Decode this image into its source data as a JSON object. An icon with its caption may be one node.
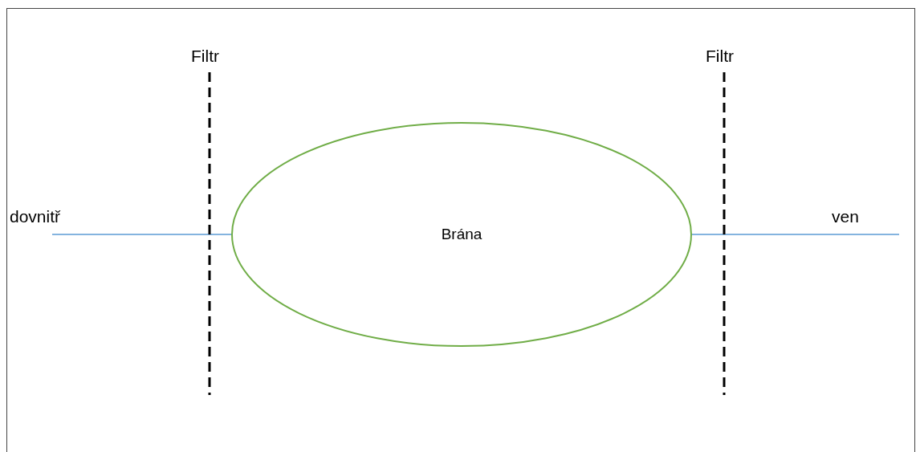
{
  "diagram": {
    "nodes": [
      {
        "text": [
          "dovnitř"
        ]
      },
      {
        "text": [
          "Brána"
        ]
      },
      {
        "text": [
          "ven"
        ]
      }
    ],
    "edges": [
      {
        "from": 0,
        "to": 1,
        "arrow": "none"
      },
      {
        "from": 1,
        "to": 2,
        "arrow": "none"
      }
    ],
    "labels": [
      "Filtr",
      "Filtr"
    ]
  }
}
